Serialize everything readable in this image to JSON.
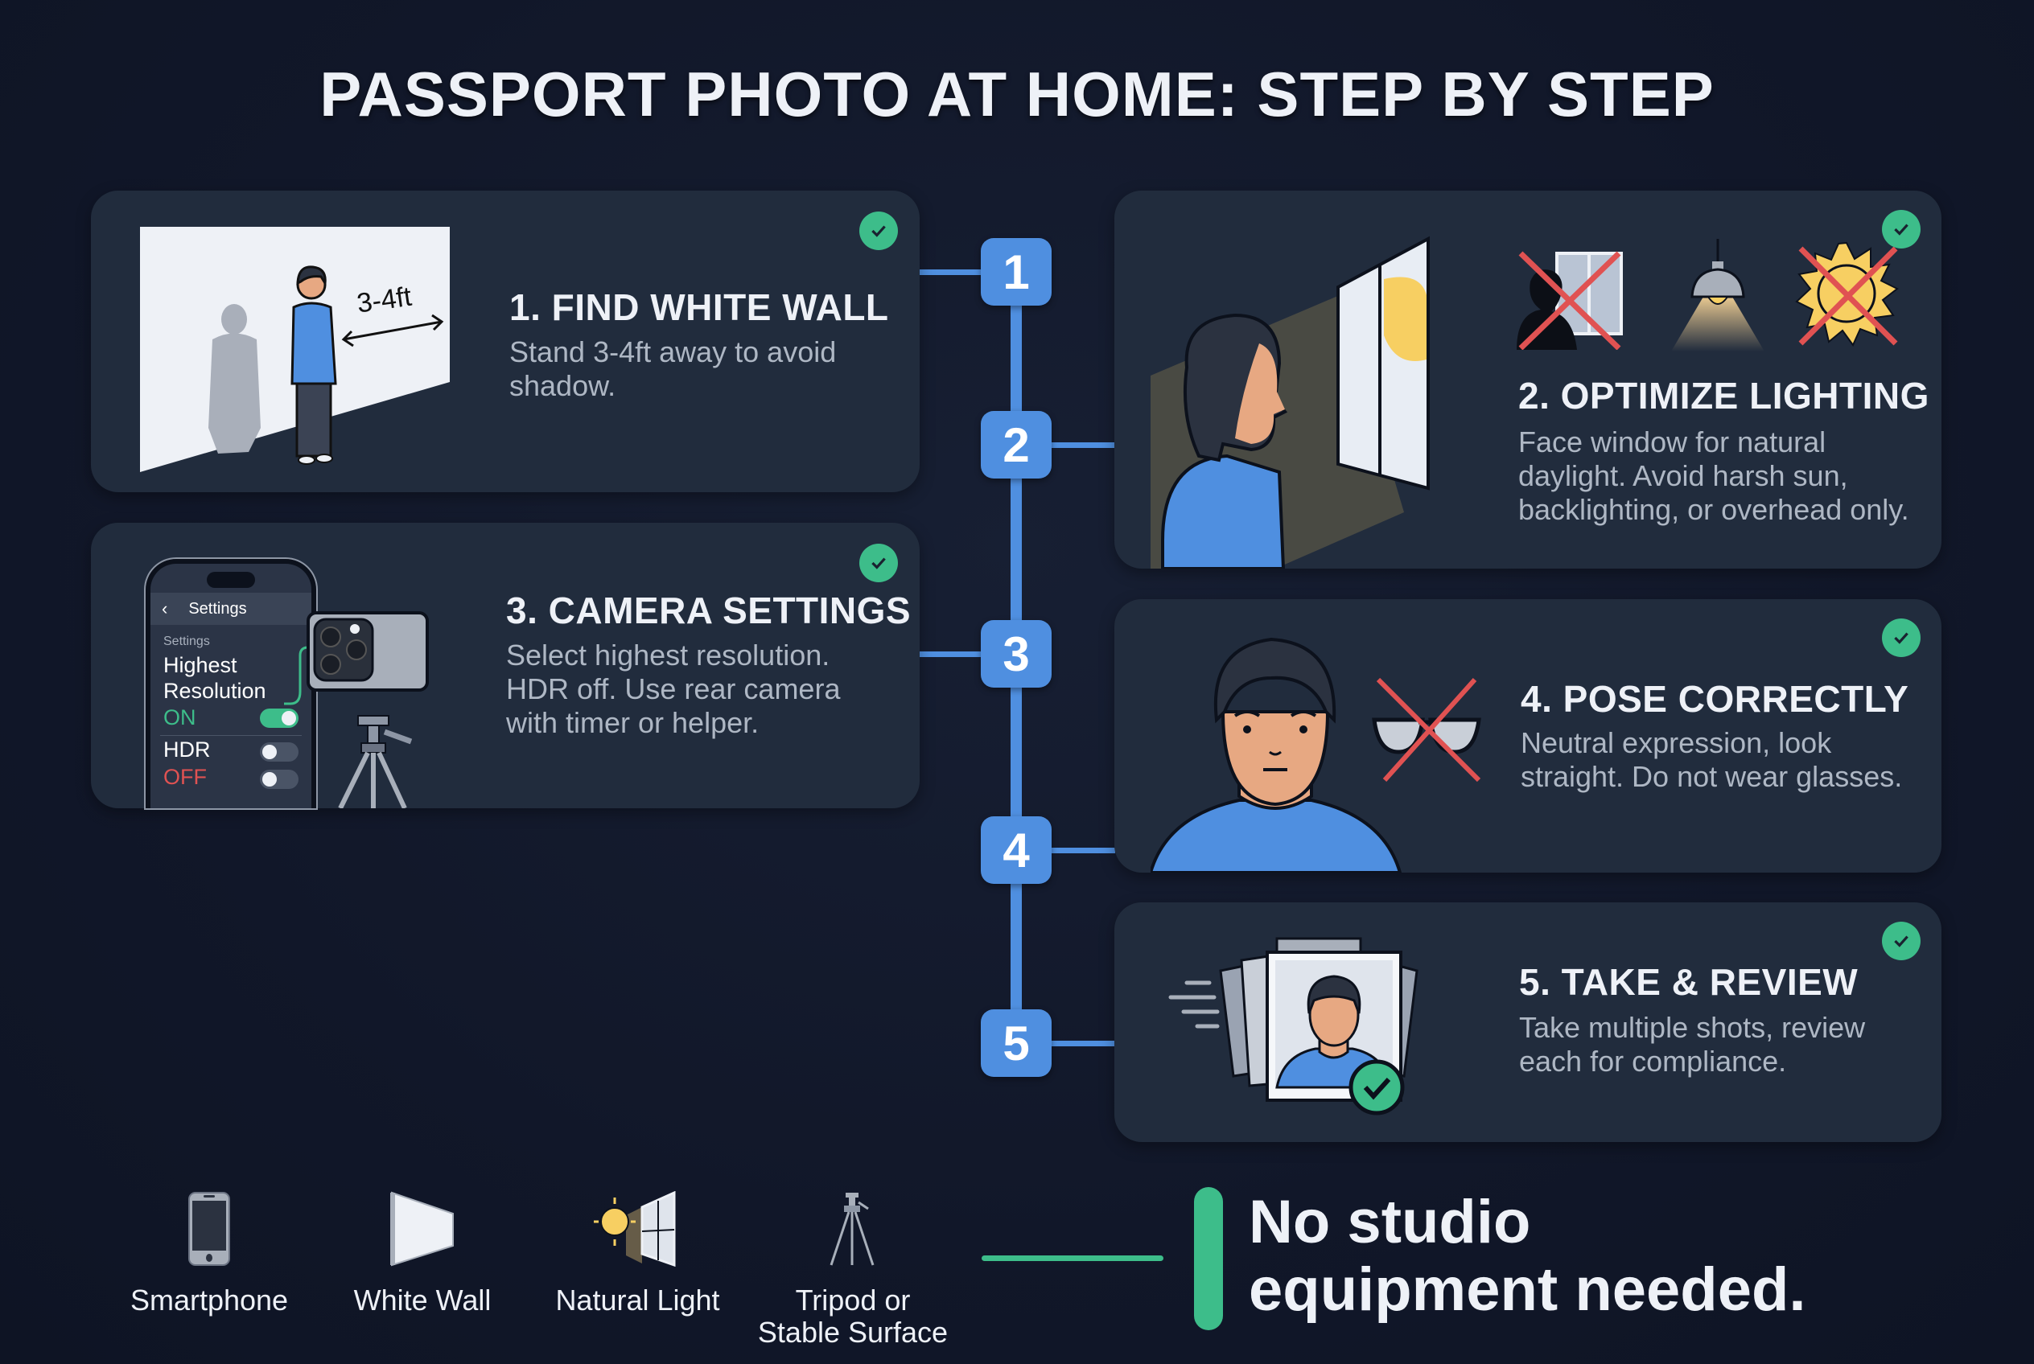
{
  "title": "PASSPORT PHOTO AT HOME: STEP BY STEP",
  "colors": {
    "background": "#111729",
    "card": "#212c3d",
    "accent_blue": "#4f8fe0",
    "check_green": "#3dbd8a",
    "warning_red": "#e05252",
    "sun_yellow": "#f7cf62"
  },
  "steps": [
    {
      "number": "1",
      "title": "1. FIND WHITE WALL",
      "description": "Stand 3-4ft away to avoid shadow.",
      "illustration": {
        "distance_label": "3-4ft",
        "icons": [
          "white-wall",
          "person",
          "shadow",
          "double-arrow"
        ]
      },
      "status_icon": "check-circle-icon"
    },
    {
      "number": "2",
      "title": "2. OPTIMIZE LIGHTING",
      "description": "Face window for natural daylight. Avoid harsh sun, backlighting, or overhead only.",
      "illustration": {
        "icons": [
          "person-facing-window",
          "window-with-sun",
          "backlit-silhouette-crossed",
          "overhead-lamp",
          "harsh-sun-crossed"
        ]
      },
      "status_icon": "check-circle-icon"
    },
    {
      "number": "3",
      "title": "3. CAMERA SETTINGS",
      "description": "Select highest resolution. HDR off. Use rear camera with timer or helper.",
      "illustration": {
        "phone_header": "Settings",
        "phone_section": "Settings",
        "setting_1_label": "Highest Resolution",
        "setting_1_value": "ON",
        "setting_2_label": "HDR",
        "setting_2_value": "OFF",
        "icons": [
          "smartphone",
          "rear-camera",
          "tripod"
        ]
      },
      "status_icon": "check-circle-icon"
    },
    {
      "number": "4",
      "title": "4. POSE CORRECTLY",
      "description": "Neutral expression, look straight. Do not wear glasses.",
      "illustration": {
        "icons": [
          "neutral-face",
          "glasses-crossed"
        ]
      },
      "status_icon": "check-circle-icon"
    },
    {
      "number": "5",
      "title": "5. TAKE & REVIEW",
      "description": "Take multiple shots, review each for compliance.",
      "illustration": {
        "icons": [
          "photo-stack",
          "approved-check"
        ]
      },
      "status_icon": "check-circle-icon"
    }
  ],
  "requirements": [
    {
      "label": "Smartphone",
      "icon": "smartphone-icon"
    },
    {
      "label": "White Wall",
      "icon": "white-wall-icon"
    },
    {
      "label": "Natural Light",
      "icon": "natural-light-icon"
    },
    {
      "label": "Tripod or Stable Surface",
      "label_line1": "Tripod or",
      "label_line2": "Stable Surface",
      "icon": "tripod-icon"
    }
  ],
  "tagline": {
    "line1": "No studio",
    "line2": "equipment needed."
  }
}
